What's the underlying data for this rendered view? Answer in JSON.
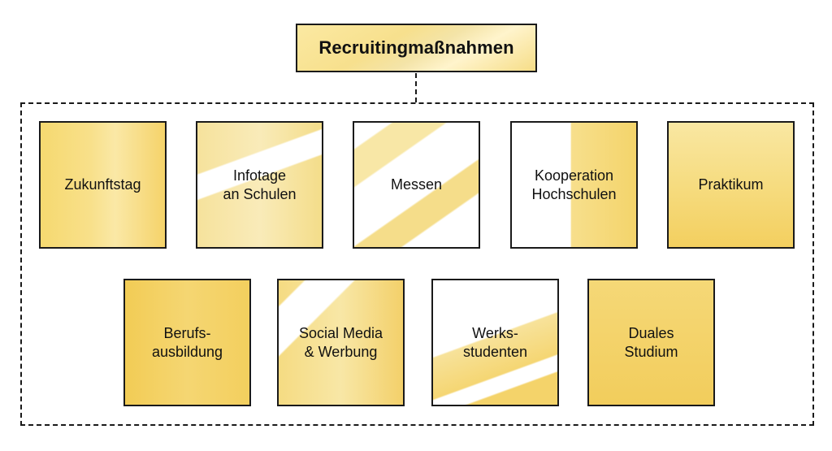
{
  "diagram": {
    "title": "Recruitingmaßnahmen",
    "row1": [
      {
        "label": "Zukunftstag"
      },
      {
        "label": "Infotage\nan Schulen"
      },
      {
        "label": "Messen"
      },
      {
        "label": "Kooperation\nHochschulen"
      },
      {
        "label": "Praktikum"
      }
    ],
    "row2": [
      {
        "label": "Berufs-\nausbildung"
      },
      {
        "label": "Social Media\n& Werbung"
      },
      {
        "label": "Werks-\nstudenten"
      },
      {
        "label": "Duales\nStudium"
      }
    ]
  },
  "colors": {
    "accent_yellow": "#f5d670",
    "border": "#1a1a1a"
  }
}
